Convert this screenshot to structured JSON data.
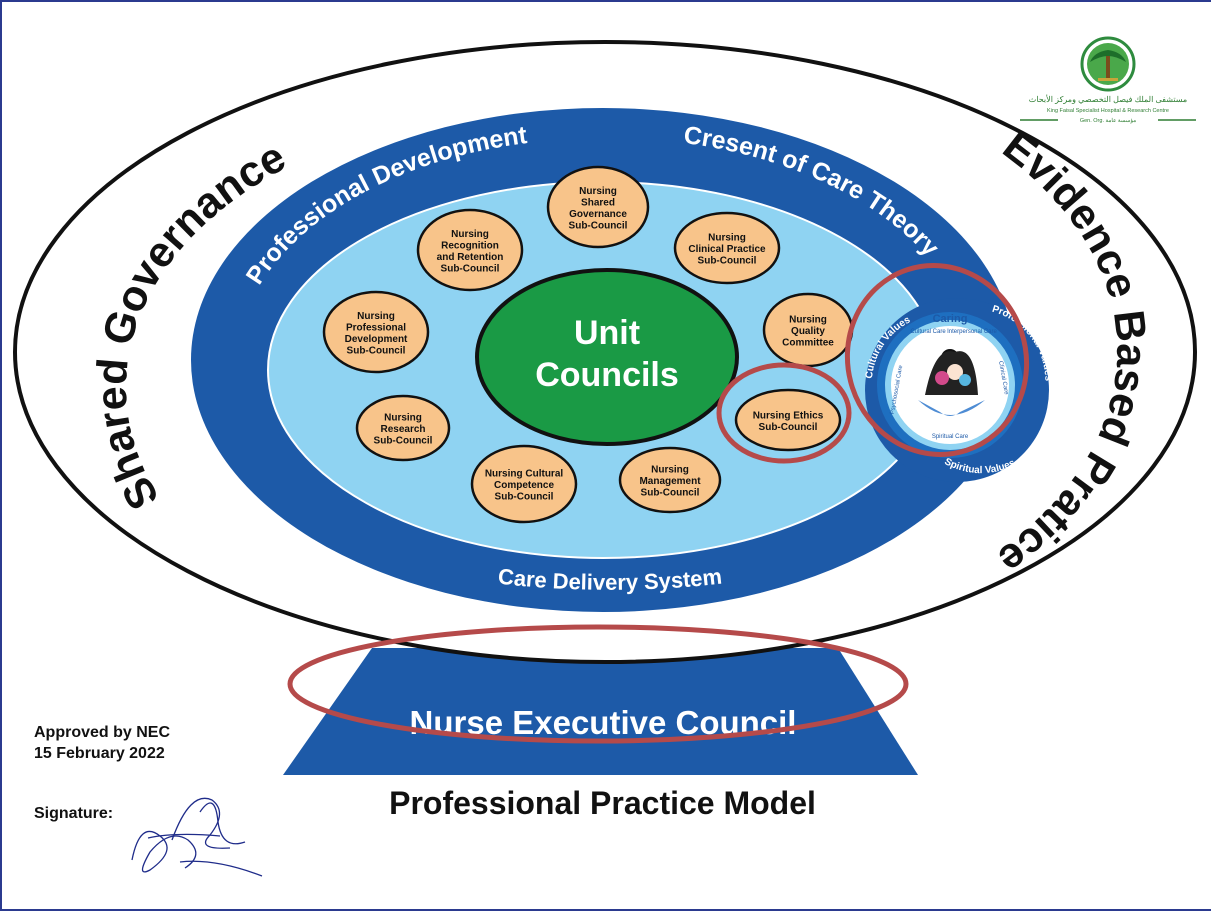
{
  "logo": {
    "arabic": "مستشفى الملك فيصل التخصصي ومركز الأبحاث",
    "english": "King Faisal Specialist Hospital & Research Centre",
    "org": "Gen. Org. مؤسسة عامة"
  },
  "outer_ring": {
    "left": "Shared Governance",
    "right": "Evidence Based Pratice"
  },
  "blue_ring": {
    "top_left": "Professional Development",
    "top_right": "Cresent of Care Theory",
    "bottom": "Care Delivery System"
  },
  "center": {
    "line1": "Unit",
    "line2": "Councils"
  },
  "subcouncils": [
    {
      "lines": [
        "Nursing",
        "Shared",
        "Governance",
        "Sub-Council"
      ]
    },
    {
      "lines": [
        "Nursing",
        "Recognition",
        "and Retention",
        "Sub-Council"
      ]
    },
    {
      "lines": [
        "Nursing",
        "Clinical Practice",
        "Sub-Council"
      ]
    },
    {
      "lines": [
        "Nursing",
        "Professional",
        "Development",
        "Sub-Council"
      ]
    },
    {
      "lines": [
        "Nursing",
        "Quality",
        "Committee"
      ]
    },
    {
      "lines": [
        "Nursing",
        "Research",
        "Sub-Council"
      ]
    },
    {
      "lines": [
        "Nursing Ethics",
        "Sub-Council"
      ]
    },
    {
      "lines": [
        "Nursing Cultural",
        "Competence",
        "Sub-Council"
      ]
    },
    {
      "lines": [
        "Nursing",
        "Management",
        "Sub-Council"
      ]
    }
  ],
  "crescent": {
    "caring": "Caring",
    "cultural_values": "Cultural Values",
    "professional_values": "Professional Values",
    "spiritual_values": "Spiritual Values",
    "cultural_care": "Cultural Care",
    "interpersonal_care": "Interpersonal Care",
    "psychosocial_care": "Psychosocial Care",
    "clinical_care": "Clinical Care",
    "spiritual_care": "Spiritual Care"
  },
  "base": {
    "label": "Nurse Executive Council"
  },
  "approval": {
    "line1": "Approved by NEC",
    "line2": "15 February 2022",
    "signature_label": "Signature:"
  },
  "title": "Professional Practice Model",
  "colors": {
    "dark_blue": "#1d5aa8",
    "light_blue": "#8fd3f2",
    "center_green": "#1a9a45",
    "council_orange": "#f8c48a",
    "highlight_red": "#b54a4a",
    "frame_blue": "#2b3a8f"
  }
}
